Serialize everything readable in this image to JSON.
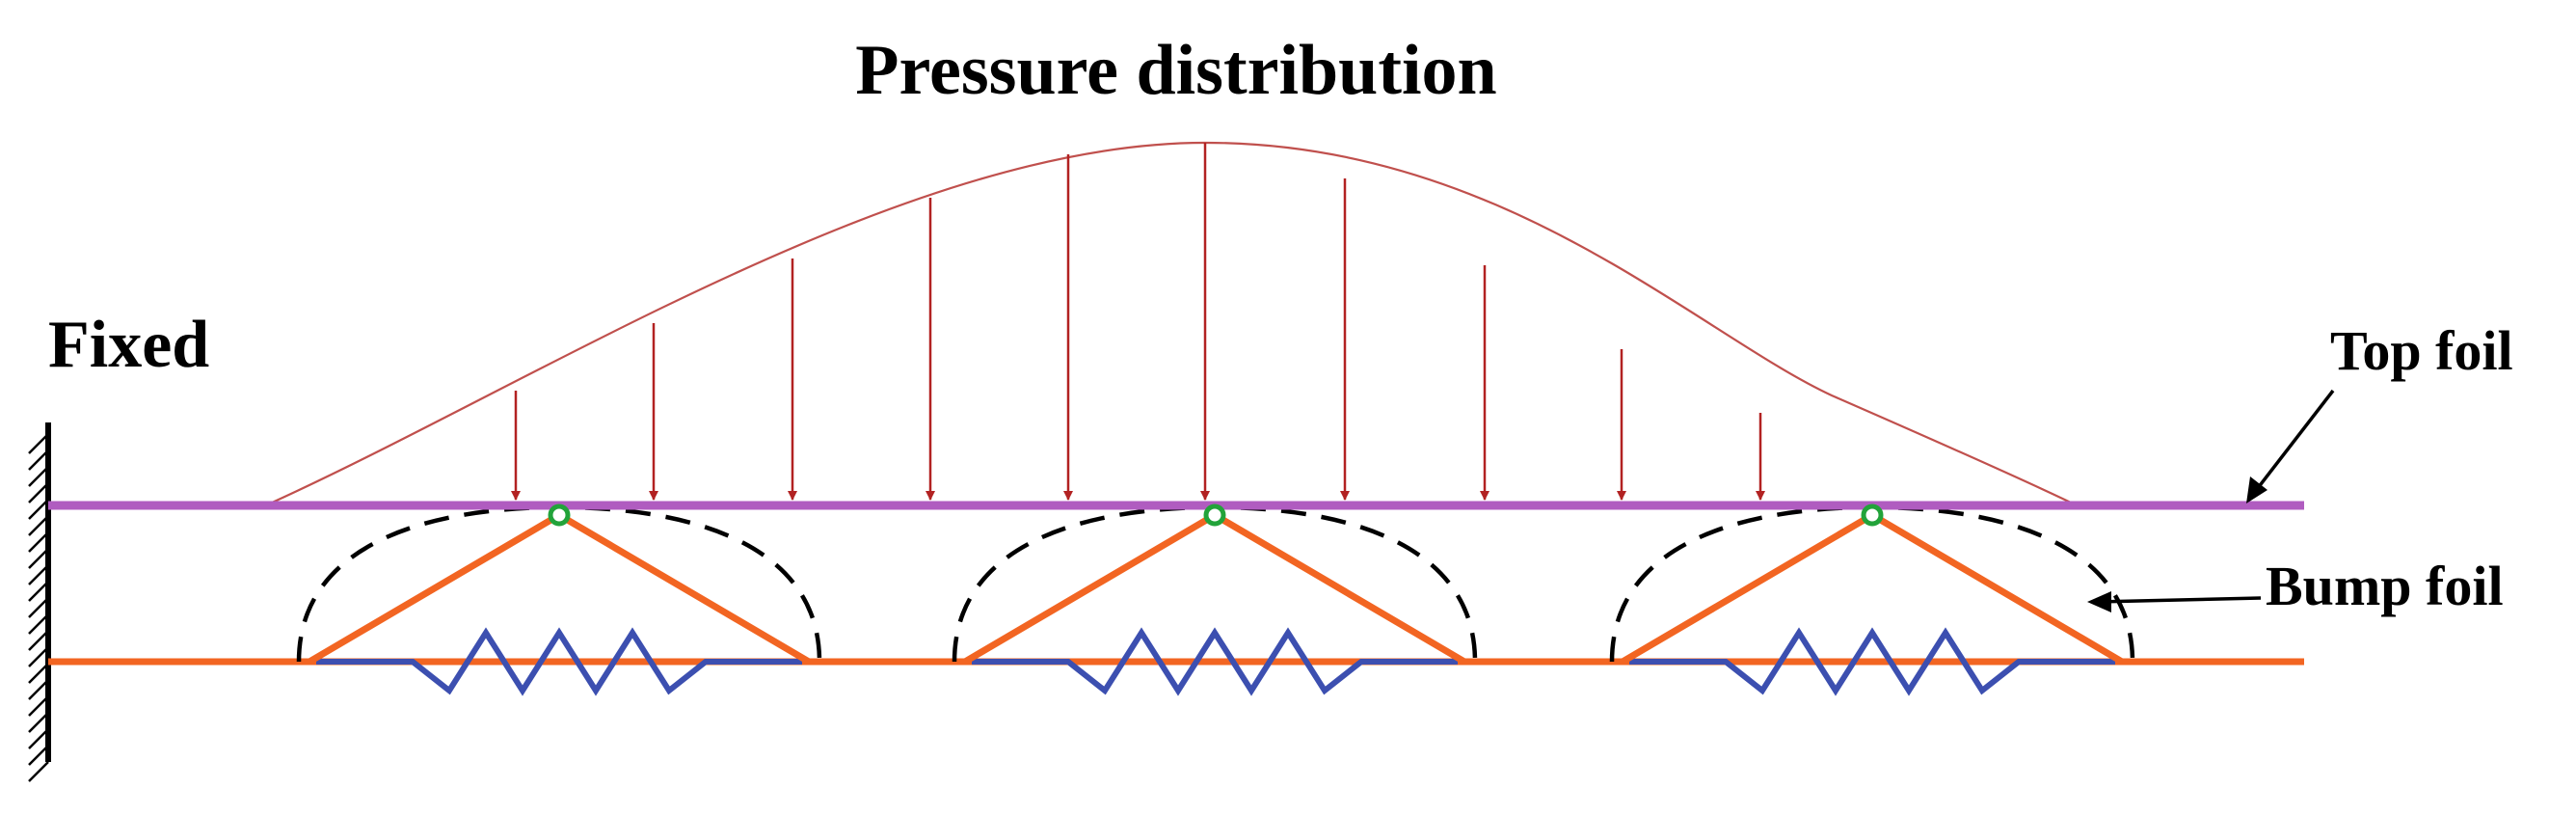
{
  "labels": {
    "title": "Pressure distribution",
    "fixed": "Fixed",
    "top_foil": "Top foil",
    "bump_foil": "Bump foil"
  },
  "colors": {
    "pressure": "#b22222",
    "top_foil": "#b05cc0",
    "bump_foil": "#f26522",
    "spring": "#3c4fb0",
    "pivot": "#22a33a",
    "outline": "#000000"
  }
}
